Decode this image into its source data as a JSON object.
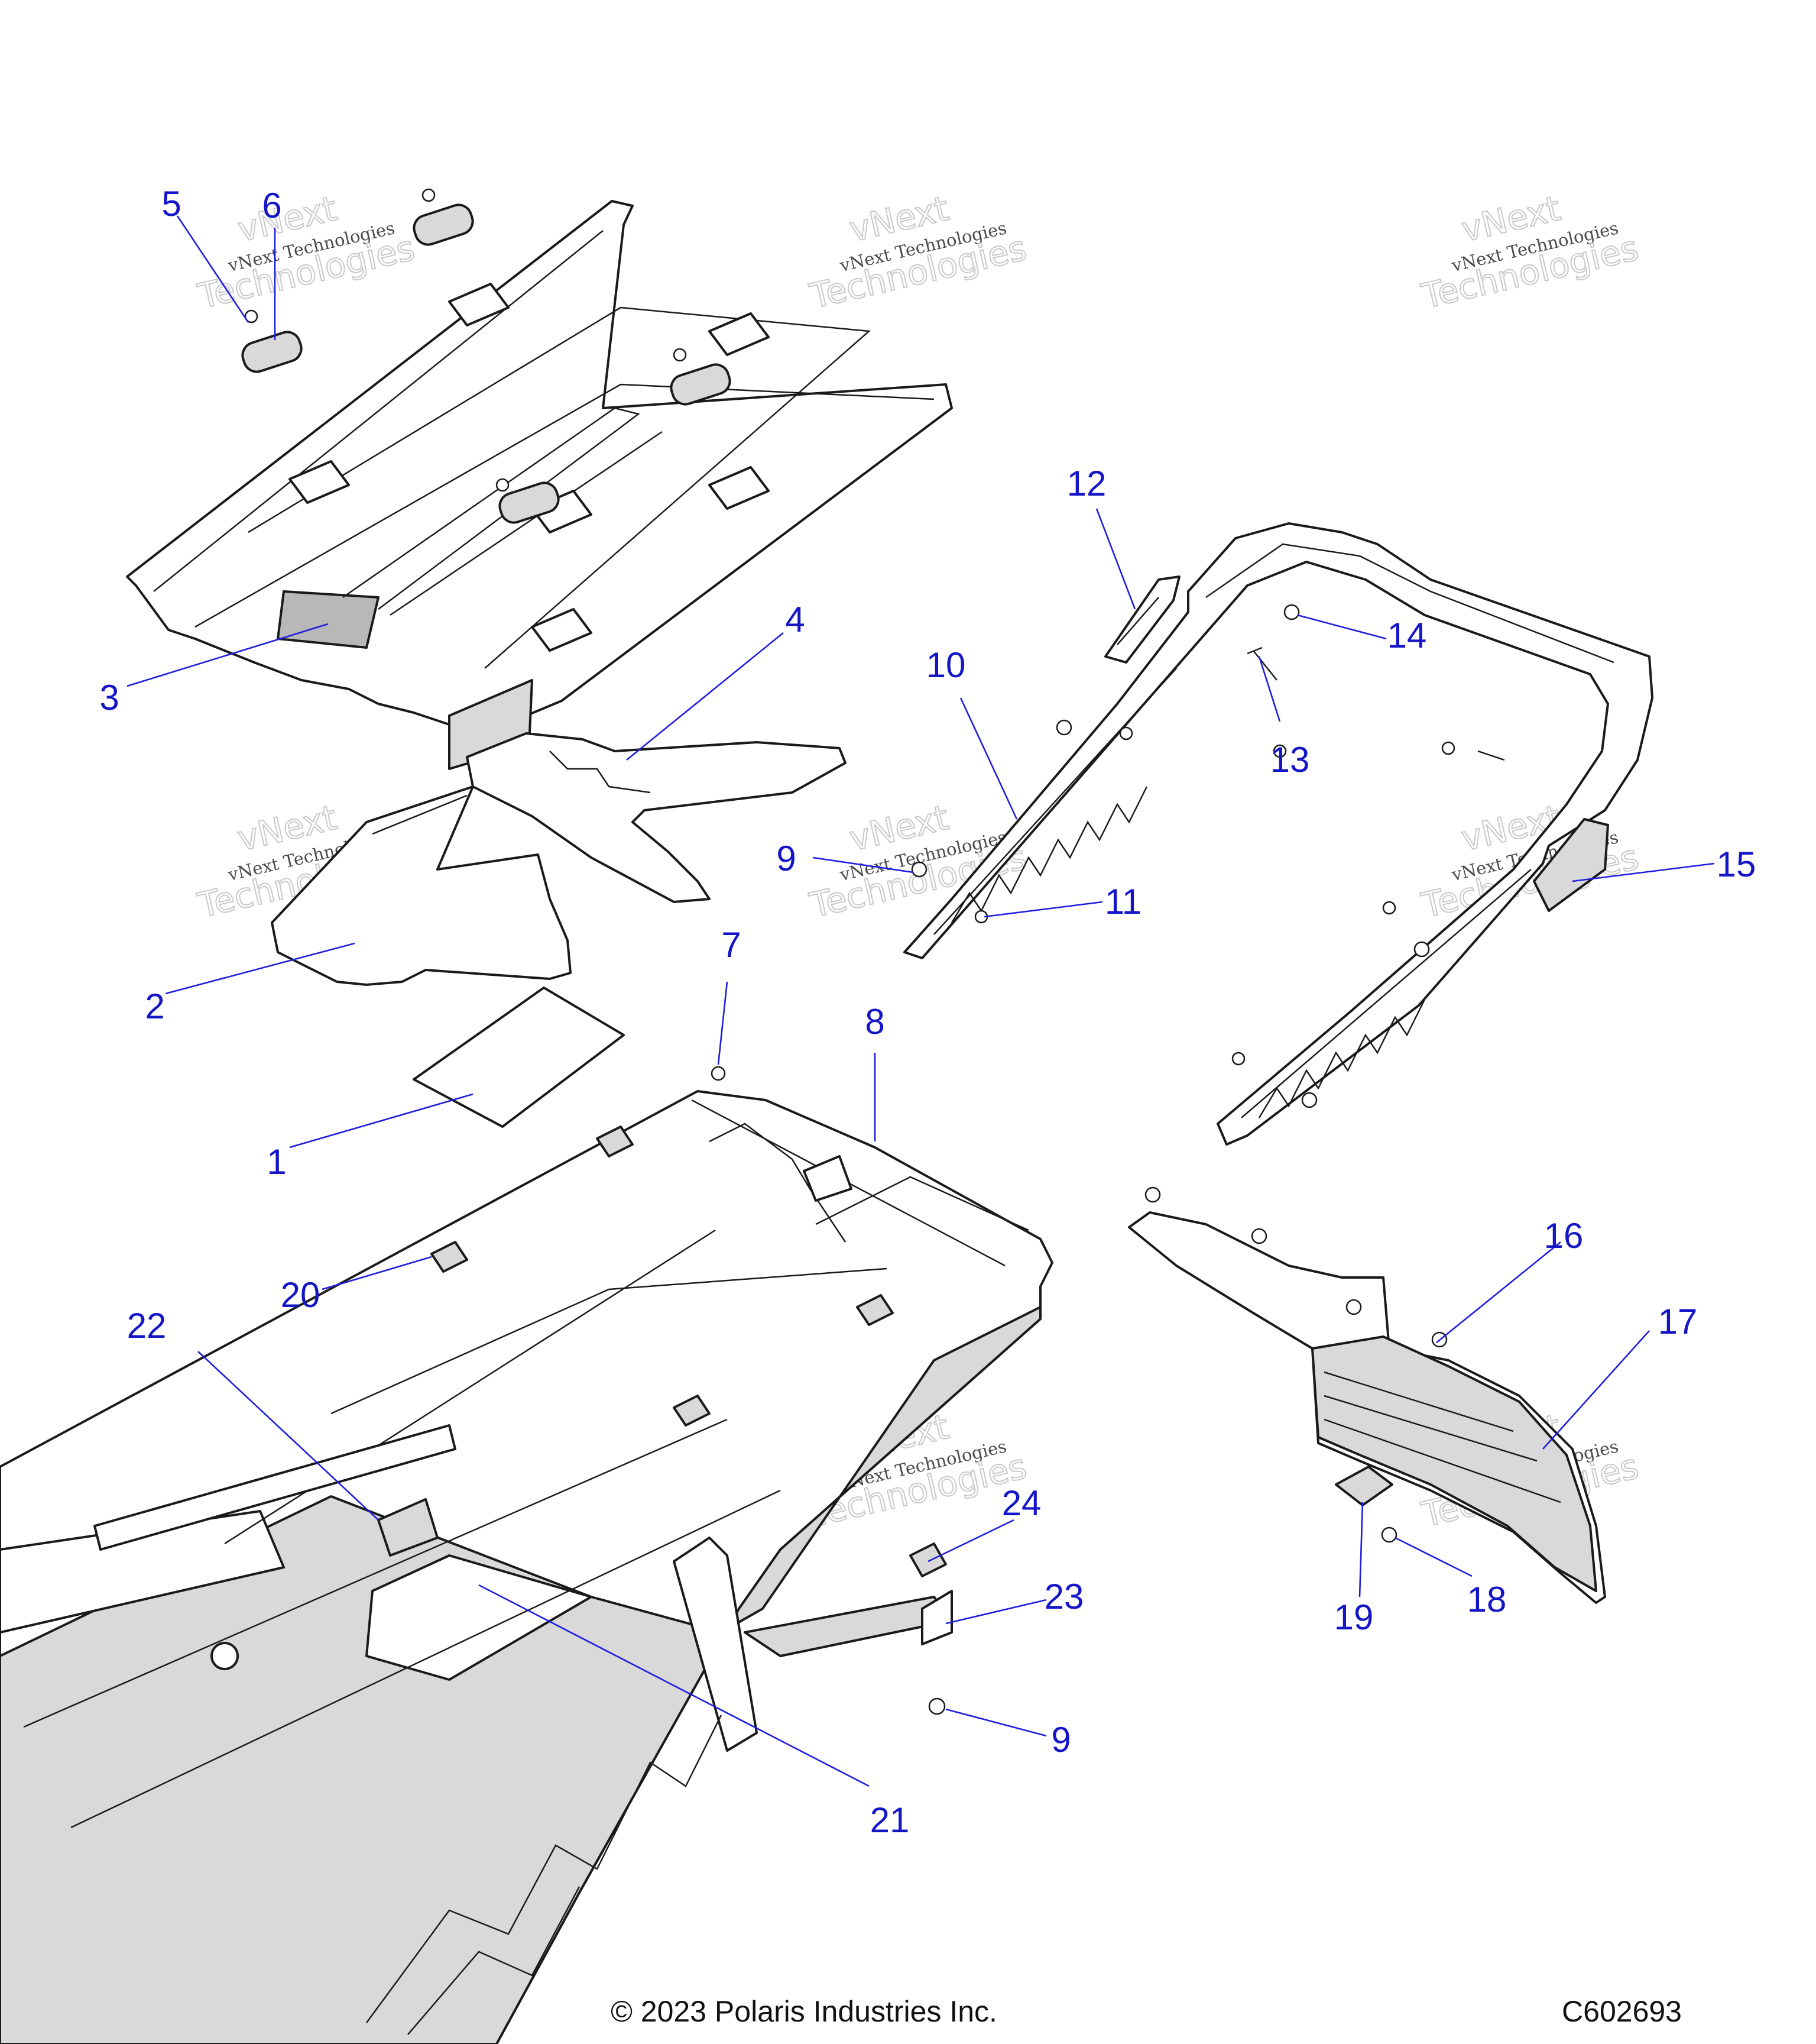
{
  "diagram": {
    "callouts": [
      {
        "id": "c1",
        "label": "1"
      },
      {
        "id": "c2",
        "label": "2"
      },
      {
        "id": "c3",
        "label": "3"
      },
      {
        "id": "c4",
        "label": "4"
      },
      {
        "id": "c5",
        "label": "5"
      },
      {
        "id": "c6",
        "label": "6"
      },
      {
        "id": "c7",
        "label": "7"
      },
      {
        "id": "c8",
        "label": "8"
      },
      {
        "id": "c9a",
        "label": "9"
      },
      {
        "id": "c9b",
        "label": "9"
      },
      {
        "id": "c10",
        "label": "10"
      },
      {
        "id": "c11",
        "label": "11"
      },
      {
        "id": "c12",
        "label": "12"
      },
      {
        "id": "c13",
        "label": "13"
      },
      {
        "id": "c14",
        "label": "14"
      },
      {
        "id": "c15",
        "label": "15"
      },
      {
        "id": "c16",
        "label": "16"
      },
      {
        "id": "c17",
        "label": "17"
      },
      {
        "id": "c18",
        "label": "18"
      },
      {
        "id": "c19",
        "label": "19"
      },
      {
        "id": "c20",
        "label": "20"
      },
      {
        "id": "c21",
        "label": "21"
      },
      {
        "id": "c22",
        "label": "22"
      },
      {
        "id": "c23",
        "label": "23"
      },
      {
        "id": "c24",
        "label": "24"
      }
    ],
    "watermark": {
      "line1": "vNext",
      "line2": "vNext Technologies",
      "line3": "Technologies"
    },
    "copyright": "© 2023 Polaris Industries Inc.",
    "figure_code": "C602693",
    "colors": {
      "callout": "#1515c8",
      "leader": "#1d1de0",
      "line_art": "#1a1a1a",
      "shade": "#d9d9d9"
    }
  }
}
